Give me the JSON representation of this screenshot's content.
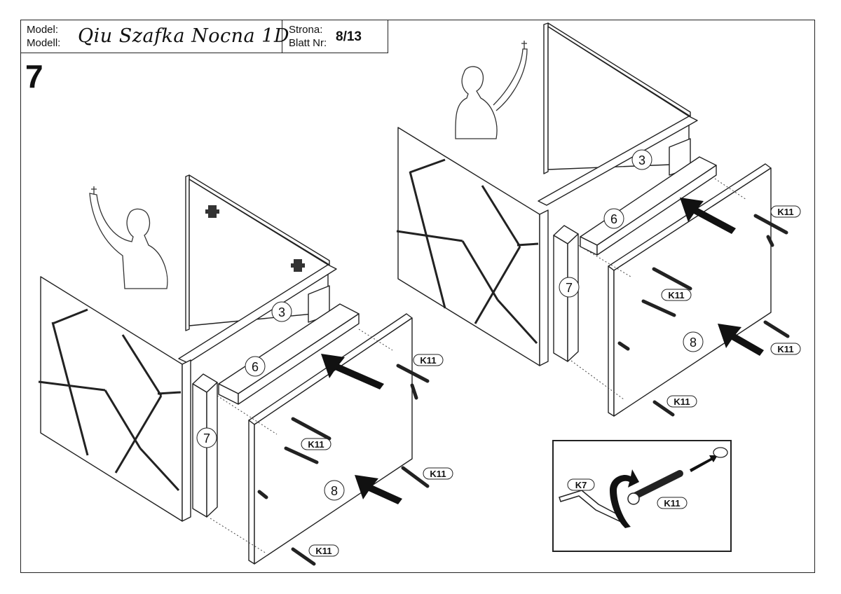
{
  "header": {
    "model_label": "Model:",
    "model_label_de": "Modell:",
    "model_name": "Qiu Szafka Nocna 1D",
    "page_label": "Strona:",
    "page_label_de": "Blatt Nr:",
    "page_number": "8/13"
  },
  "step_number": "7",
  "part_labels": {
    "panel_3": "3",
    "panel_6": "6",
    "panel_7": "7",
    "panel_8": "8"
  },
  "hardware": {
    "screw": "K11",
    "hex_key": "K7"
  }
}
